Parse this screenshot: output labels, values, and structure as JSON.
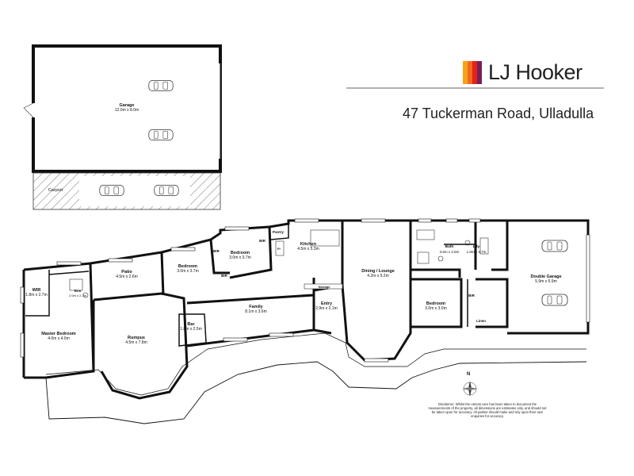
{
  "brand": {
    "name": "LJ Hooker",
    "colors": [
      "#f7a21b",
      "#f06a1e",
      "#e2231a",
      "#7a1e59"
    ]
  },
  "address": "47 Tuckerman Road, Ulladulla",
  "north_label": "N",
  "disclaimer": "Disclaimer: Whilst the utmost care has been taken to document the measurements of the property, all dimensions are estimates only, and should not be taken upon for accuracy. All parties should make and rely upon their own enquiries for accuracy.",
  "rooms": {
    "garage": {
      "name": "Garage",
      "dim": "12.0m x 8.0m"
    },
    "carport": {
      "name": "Carport"
    },
    "wir": {
      "name": "WIR",
      "dim": "1.8m x 2.7m"
    },
    "ens": {
      "name": "Ens",
      "dim": "2.0m x 2.7m"
    },
    "master": {
      "name": "Master Bedroom",
      "dim": "4.0m x 4.0m"
    },
    "patio": {
      "name": "Patio",
      "dim": "4.5m x 2.6m"
    },
    "rumpus": {
      "name": "Rumpus",
      "dim": "4.5m x 7.8m"
    },
    "bed2": {
      "name": "Bedroom",
      "dim": "3.0m x 3.7m"
    },
    "bed3": {
      "name": "Bedroom",
      "dim": "3.0m x 3.7m"
    },
    "bir1": {
      "name": "BIR"
    },
    "bir2": {
      "name": "BIR"
    },
    "bir3": {
      "name": "BIR"
    },
    "bir4": {
      "name": "BIR"
    },
    "bar": {
      "name": "Bar",
      "dim": "1.8m x 2.5m"
    },
    "family": {
      "name": "Family",
      "dim": "8.1m x 3.6m"
    },
    "pantry": {
      "name": "Pantry"
    },
    "fr": {
      "name": "Fr"
    },
    "kitchen": {
      "name": "Kitchen",
      "dim": "4.5m x 5.3m"
    },
    "storage": {
      "name": "Storage"
    },
    "entry": {
      "name": "Entry",
      "dim": "2.9m x 2.1m"
    },
    "dining": {
      "name": "Dining / Lounge",
      "dim": "4.2m x 9.2m"
    },
    "bath": {
      "name": "Bath",
      "dim": "3.6m x 2.8m"
    },
    "ldy": {
      "name": "Ldy",
      "dim": "1.8m x 3.7m"
    },
    "bed4": {
      "name": "Bedroom",
      "dim": "3.0m x 3.0m"
    },
    "linen": {
      "name": "Linen"
    },
    "dgarage": {
      "name": "Double Garage",
      "dim": "5.9m x 6.9m"
    }
  }
}
